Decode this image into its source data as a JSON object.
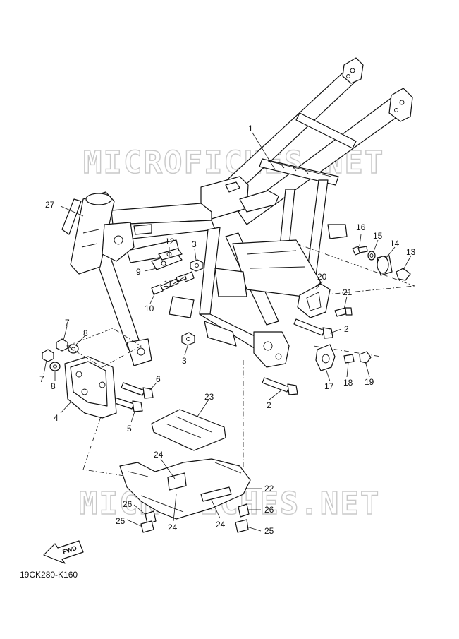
{
  "diagram": {
    "code": "19CK280-K160",
    "watermark": "MICROFICHES.NET",
    "fwd_label": "FWD",
    "callouts": [
      {
        "id": "c1",
        "text": "1"
      },
      {
        "id": "c2a",
        "text": "2"
      },
      {
        "id": "c2b",
        "text": "2"
      },
      {
        "id": "c3a",
        "text": "3"
      },
      {
        "id": "c3b",
        "text": "3"
      },
      {
        "id": "c4",
        "text": "4"
      },
      {
        "id": "c5",
        "text": "5"
      },
      {
        "id": "c6",
        "text": "6"
      },
      {
        "id": "c7a",
        "text": "7"
      },
      {
        "id": "c7b",
        "text": "7"
      },
      {
        "id": "c8a",
        "text": "8"
      },
      {
        "id": "c8b",
        "text": "8"
      },
      {
        "id": "c9",
        "text": "9"
      },
      {
        "id": "c10",
        "text": "10"
      },
      {
        "id": "c11",
        "text": "11"
      },
      {
        "id": "c12",
        "text": "12"
      },
      {
        "id": "c13",
        "text": "13"
      },
      {
        "id": "c14",
        "text": "14"
      },
      {
        "id": "c15",
        "text": "15"
      },
      {
        "id": "c16",
        "text": "16"
      },
      {
        "id": "c17",
        "text": "17"
      },
      {
        "id": "c18",
        "text": "18"
      },
      {
        "id": "c19",
        "text": "19"
      },
      {
        "id": "c20",
        "text": "20"
      },
      {
        "id": "c21",
        "text": "21"
      },
      {
        "id": "c22",
        "text": "22"
      },
      {
        "id": "c23",
        "text": "23"
      },
      {
        "id": "c24a",
        "text": "24"
      },
      {
        "id": "c24b",
        "text": "24"
      },
      {
        "id": "c24c",
        "text": "24"
      },
      {
        "id": "c25a",
        "text": "25"
      },
      {
        "id": "c25b",
        "text": "25"
      },
      {
        "id": "c26a",
        "text": "26"
      },
      {
        "id": "c26b",
        "text": "26"
      },
      {
        "id": "c27",
        "text": "27"
      }
    ]
  }
}
